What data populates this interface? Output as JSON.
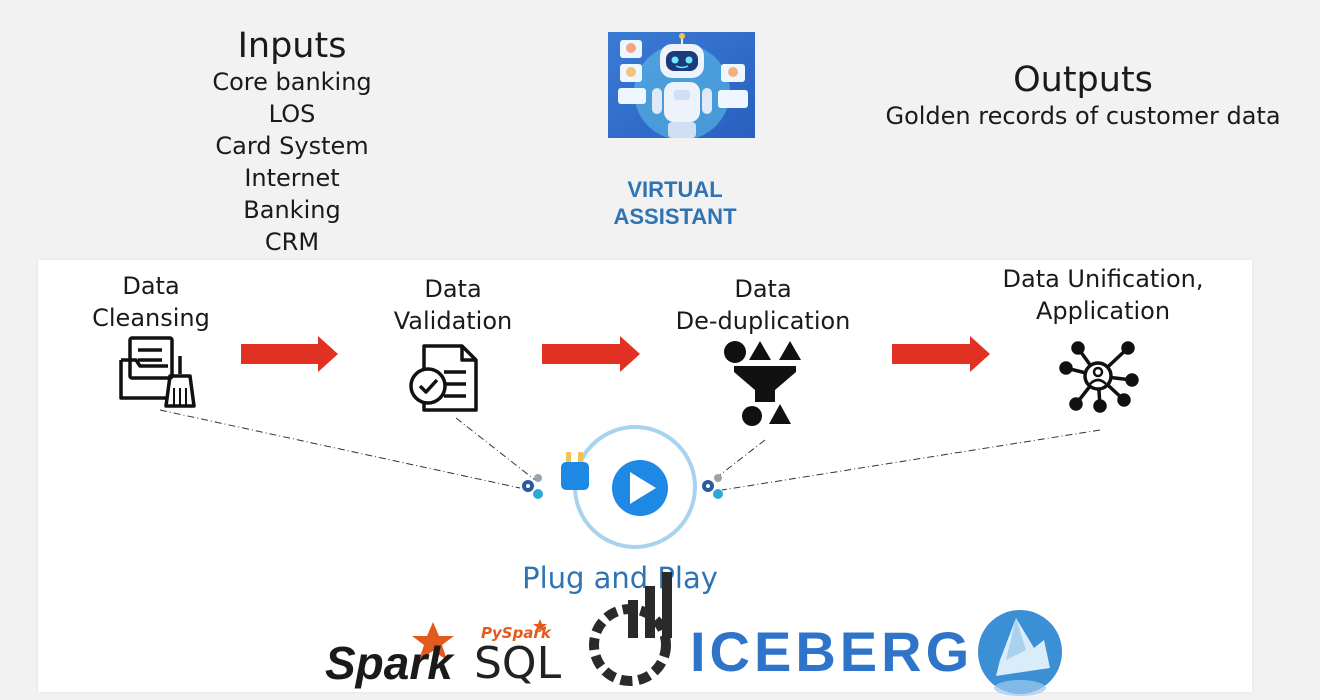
{
  "inputs": {
    "title": "Inputs",
    "items": [
      "Core banking",
      "LOS",
      "Card System",
      "Internet Banking",
      "CRM"
    ]
  },
  "virtual_assistant": {
    "line1": "VIRTUAL",
    "line2": "ASSISTANT"
  },
  "outputs": {
    "title": "Outputs",
    "description": "Golden records of customer data"
  },
  "steps": [
    {
      "line1": "Data",
      "line2": "Cleansing",
      "icon": "folder-brush-icon"
    },
    {
      "line1": "Data",
      "line2": "Validation",
      "icon": "document-check-icon"
    },
    {
      "line1": "Data",
      "line2": "De-duplication",
      "icon": "funnel-shapes-icon"
    },
    {
      "line1": "Data Unification,",
      "line2": "Application",
      "icon": "network-user-icon"
    }
  ],
  "plug_and_play": {
    "label": "Plug and Play"
  },
  "logos": {
    "spark": "Spark",
    "pyspark": "PySpark",
    "sql": "SQL",
    "iceberg": "ICEBERG"
  },
  "colors": {
    "accent_blue": "#2e74b5",
    "arrow_red": "#e03122",
    "play_blue": "#1e88e5",
    "spark_orange": "#e25a1c"
  }
}
